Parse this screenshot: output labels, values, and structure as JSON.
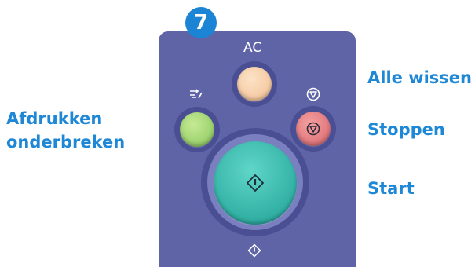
{
  "step_number": "7",
  "panel": {
    "ac_label": "AC"
  },
  "callouts": {
    "interrupt": "Afdrukken onderbreken",
    "clear_all": "Alle wissen",
    "stop": "Stoppen",
    "start": "Start"
  },
  "colors": {
    "callout_text": "#1e88d6",
    "panel": "#5f64a7",
    "ac_button": "#f2be92",
    "interrupt_button": "#86c65a",
    "stop_button": "#d8646b",
    "start_button": "#1e9f94"
  },
  "icons": {
    "interrupt": "interrupt-print-icon",
    "stop": "stop-icon",
    "start": "start-icon"
  }
}
